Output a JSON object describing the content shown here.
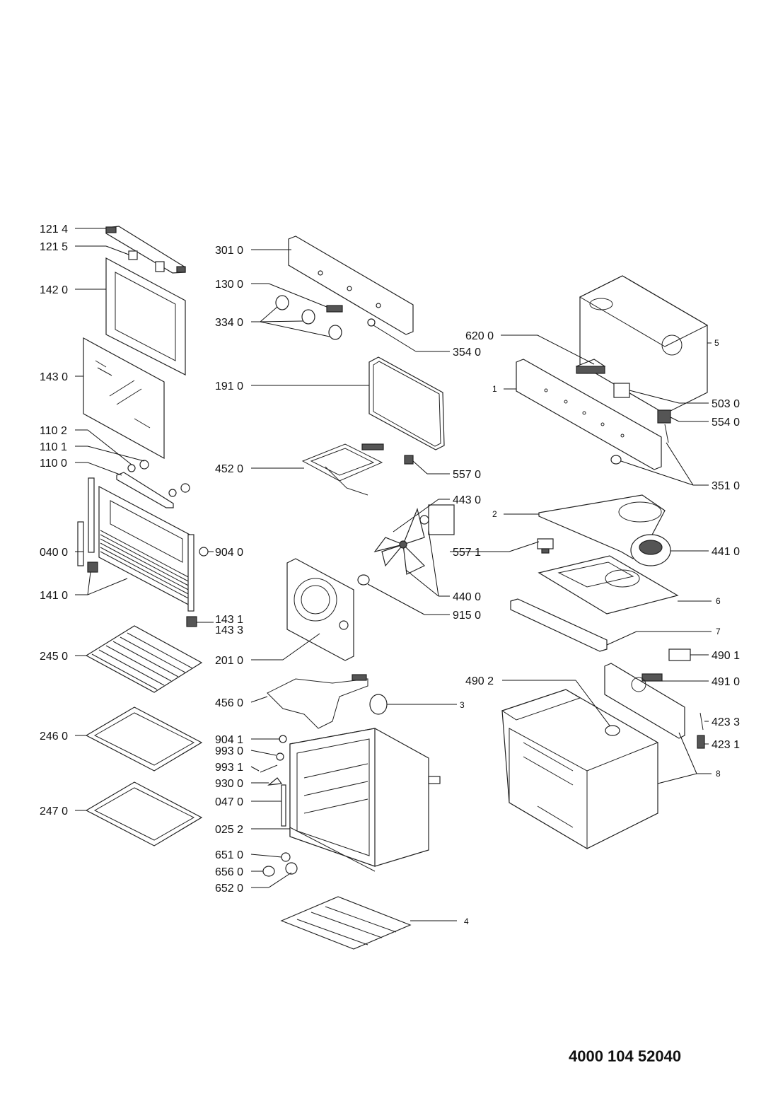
{
  "document_code": "4000 104 52040",
  "labels": {
    "l1214": "121 4",
    "l1215": "121 5",
    "l1420": "142 0",
    "l1430": "143 0",
    "l1102": "110 2",
    "l1101": "110 1",
    "l1100": "110 0",
    "l0400": "040 0",
    "l1410": "141 0",
    "l9040": "904 0",
    "l1431": "143 1",
    "l1433": "143 3",
    "l2450": "245 0",
    "l2460": "246 0",
    "l2470": "247 0",
    "l3010": "301 0",
    "l1300": "130 0",
    "l3340": "334 0",
    "l3540": "354 0",
    "l1910": "191 0",
    "l4520": "452 0",
    "l5570": "557 0",
    "l4430": "443 0",
    "l5571": "557 1",
    "l4400": "440 0",
    "l9150": "915 0",
    "l2010": "201 0",
    "l4560": "456 0",
    "l3": "3",
    "l9041": "904 1",
    "l9930": "993 0",
    "l9931": "993 1",
    "l9300": "930 0",
    "l0470": "047 0",
    "l0252": "025 2",
    "l6510": "651 0",
    "l6560": "656 0",
    "l6520": "652 0",
    "l4": "4",
    "l6200": "620 0",
    "l5": "5",
    "l1": "1",
    "l5030": "503 0",
    "l5540": "554 0",
    "l3510": "351 0",
    "l2": "2",
    "l4410": "441 0",
    "l6": "6",
    "l7": "7",
    "l4901": "490 1",
    "l4902": "490 2",
    "l4910": "491 0",
    "l4233": "423 3",
    "l4231": "423 1",
    "l8": "8"
  }
}
